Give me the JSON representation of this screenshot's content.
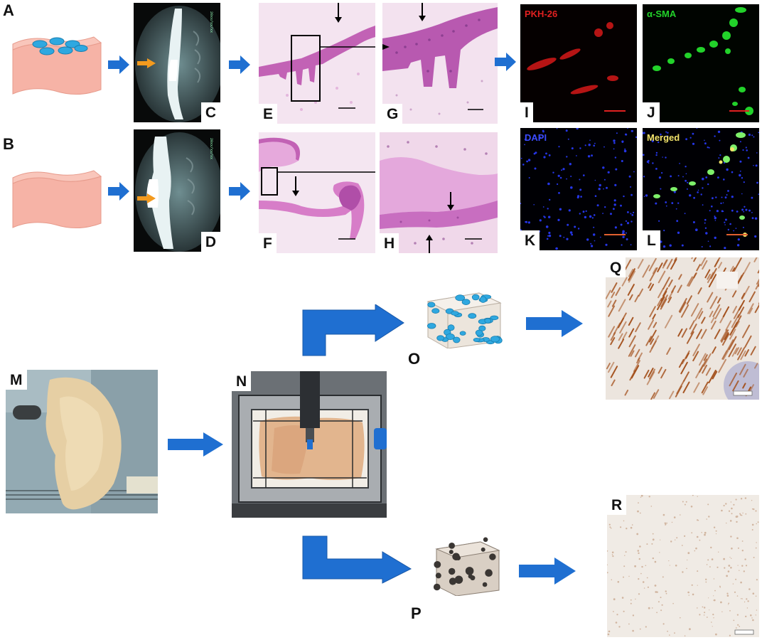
{
  "labels": {
    "A": "A",
    "B": "B",
    "C": "C",
    "D": "D",
    "E": "E",
    "F": "F",
    "G": "G",
    "H": "H",
    "I": "I",
    "J": "J",
    "K": "K",
    "L": "L",
    "M": "M",
    "N": "N",
    "O": "O",
    "P": "P",
    "Q": "Q",
    "R": "R"
  },
  "fluorescence": {
    "I": "PKH-26",
    "J": "α-SMA",
    "K": "DAPI",
    "L": "Merged"
  },
  "colors": {
    "arrow_blue": "#1f6fd1",
    "orange_arrow": "#f39a1e",
    "scaffold_pink": "#f6b3a6",
    "cell_blue": "#2fa8e0",
    "he_pink": "#e88ed0",
    "fluor_red": "#e02020",
    "fluor_green": "#22d22a",
    "fluor_blue": "#2a3cff",
    "merged_yellow": "#f2e36a",
    "ihc_brown": "#a4511d"
  }
}
